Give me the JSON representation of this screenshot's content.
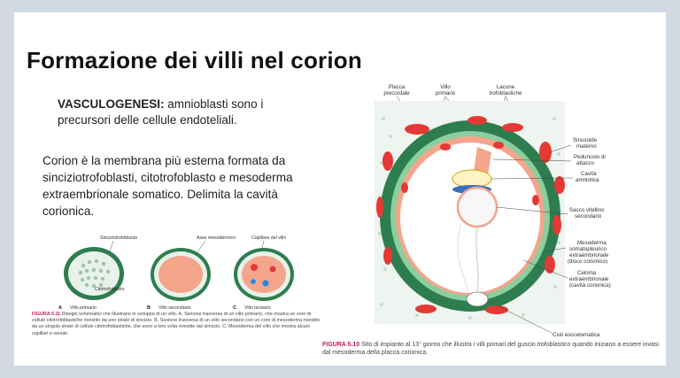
{
  "slide": {
    "title": "Formazione dei villi nel corion",
    "vasculogenesis": {
      "label": "VASCULOGENESI:",
      "text": " amnioblasti sono i precursori delle cellule endoteliali."
    },
    "corion_text": "Corion è la membrana più esterna formata da sinciziotrofoblasti, citotrofoblasto e mesoderma extraembrionale somatico. Delimita la cavità corionica."
  },
  "figure_5_11": {
    "labels": {
      "syncytio": "Sinciziotrofoblasto",
      "axis": "Asse mesodermico",
      "capillary": "Capillare del villo",
      "cyto": "Citotrofoblasto"
    },
    "panels": [
      {
        "letter": "A",
        "name": "Villo primario"
      },
      {
        "letter": "B",
        "name": "Villo secondario"
      },
      {
        "letter": "C",
        "name": "Villo terziario"
      }
    ],
    "caption_label": "FIGURA 5.11",
    "caption_text": " Disegni schematici che illustrano lo sviluppo di un villo. A. Sezione trasversa di un villo primario, che mostra un core di cellule citotrofoblastiche rivestito da uno strato di sincizio. B. Sezione trasversa di un villo secondario con un core di mesoderma rivestito da un singolo strato di cellule citotrofoblastiche, che sono a loro volta rivestite dal sincizio. C. Mesoderma del villo che mostra alcuni capillari e venule."
  },
  "figure_5_10": {
    "top_labels": {
      "placca": "Placca precordale",
      "villo": "Villo primario",
      "lacune": "Lacune trofoblastiche"
    },
    "side_labels": {
      "sinusoide": "Sinusoide materno",
      "peduncolo": "Peduncolo di attacco",
      "amniotica": "Cavità amniotica",
      "sacco": "Sacco vitellino secondario",
      "mesoderma": "Mesoderma somatopleurico extraembrionale (disco corionico)",
      "celoma": "Celoma extraembrionale (cavità corionica)",
      "cisti": "Cisti esocelomatica"
    },
    "caption_label": "FIGURA 5.10",
    "caption_text": " Sito di impianto al 13° giorno che illustra i villi primari del guscio trofoblastico quando iniziano a essere invasi dal mesoderma della placca corionica."
  },
  "colors": {
    "trophoblast_green": "#2e7d4f",
    "mesoderm_salmon": "#f4a58c",
    "lacunae_red": "#e53935",
    "caption_magenta": "#c2185b"
  }
}
